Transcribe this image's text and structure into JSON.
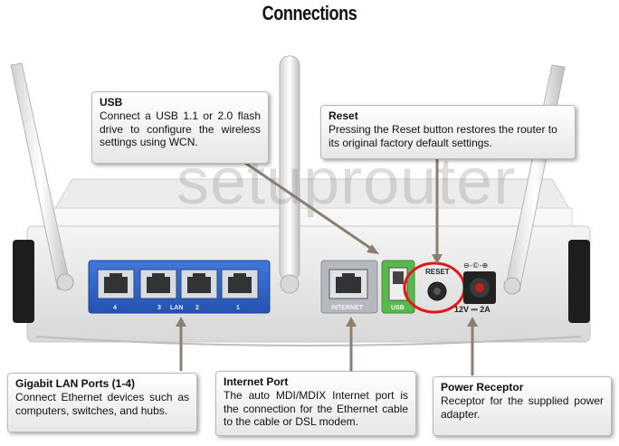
{
  "title": "Connections",
  "watermark": "setuprouter",
  "callouts": {
    "usb": {
      "heading": "USB",
      "text": "Connect a USB 1.1 or 2.0 flash drive to configure the wireless settings using WCN."
    },
    "reset": {
      "heading": "Reset",
      "text": "Pressing the Reset button restores the router to its original factory default settings."
    },
    "lan": {
      "heading": "Gigabit LAN Ports (1-4)",
      "text": "Connect Ethernet devices such as computers, switches, and hubs."
    },
    "internet": {
      "heading": "Internet Port",
      "text": "The auto MDI/MDIX Internet port is the connection for the Ethernet cable to the cable or DSL modem."
    },
    "power": {
      "heading": "Power Receptor",
      "text": "Receptor for the supplied power adapter."
    }
  },
  "router_labels": {
    "port4": "4",
    "port3": "3",
    "lan": "LAN",
    "port2": "2",
    "port1": "1",
    "internet": "INTERNET",
    "usb": "USB",
    "reset": "RESET",
    "power_rating": "12V ⎓ 2A"
  },
  "colors": {
    "lan_panel": "#2f63c9",
    "usb_port": "#55b84a",
    "reset_circle": "#e01818"
  }
}
